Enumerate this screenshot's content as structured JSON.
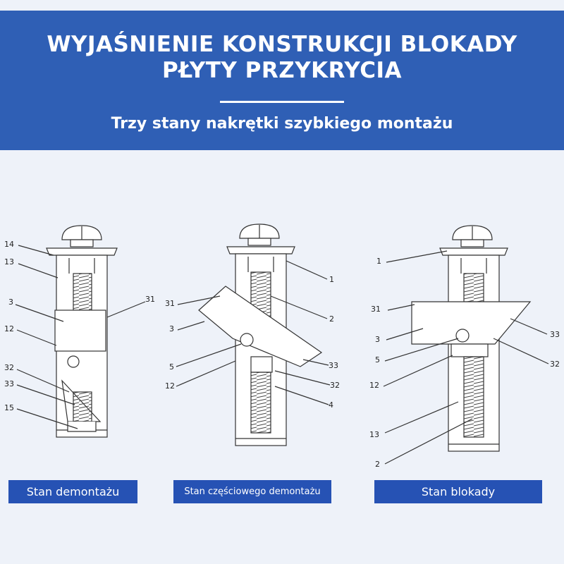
{
  "header": {
    "title_line1": "WYJAŚNIENIE KONSTRUKCJI BLOKADY",
    "title_line2": "PŁYTY PRZYKRYCIA",
    "subtitle": "Trzy stany nakrętki szybkiego montażu",
    "background_color": "#2f5fb5"
  },
  "states": [
    {
      "label": "Stan demontażu",
      "callouts": {
        "c14": "14",
        "c13": "13",
        "c3": "3",
        "c31": "31",
        "c12": "12",
        "c32": "32",
        "c33": "33",
        "c15": "15"
      }
    },
    {
      "label": "Stan częściowego demontażu",
      "callouts": {
        "c1": "1",
        "c31": "31",
        "c2": "2",
        "c3": "3",
        "c5": "5",
        "c33": "33",
        "c12": "12",
        "c32": "32",
        "c4": "4"
      }
    },
    {
      "label": "Stan blokady",
      "callouts": {
        "c1": "1",
        "c31": "31",
        "c33": "33",
        "c3": "3",
        "c5": "5",
        "c32": "32",
        "c12": "12",
        "c13": "13",
        "c2": "2"
      }
    }
  ],
  "colors": {
    "label_bg": "#2652b4",
    "page_bg": "#eef2f9",
    "line": "#333333"
  }
}
